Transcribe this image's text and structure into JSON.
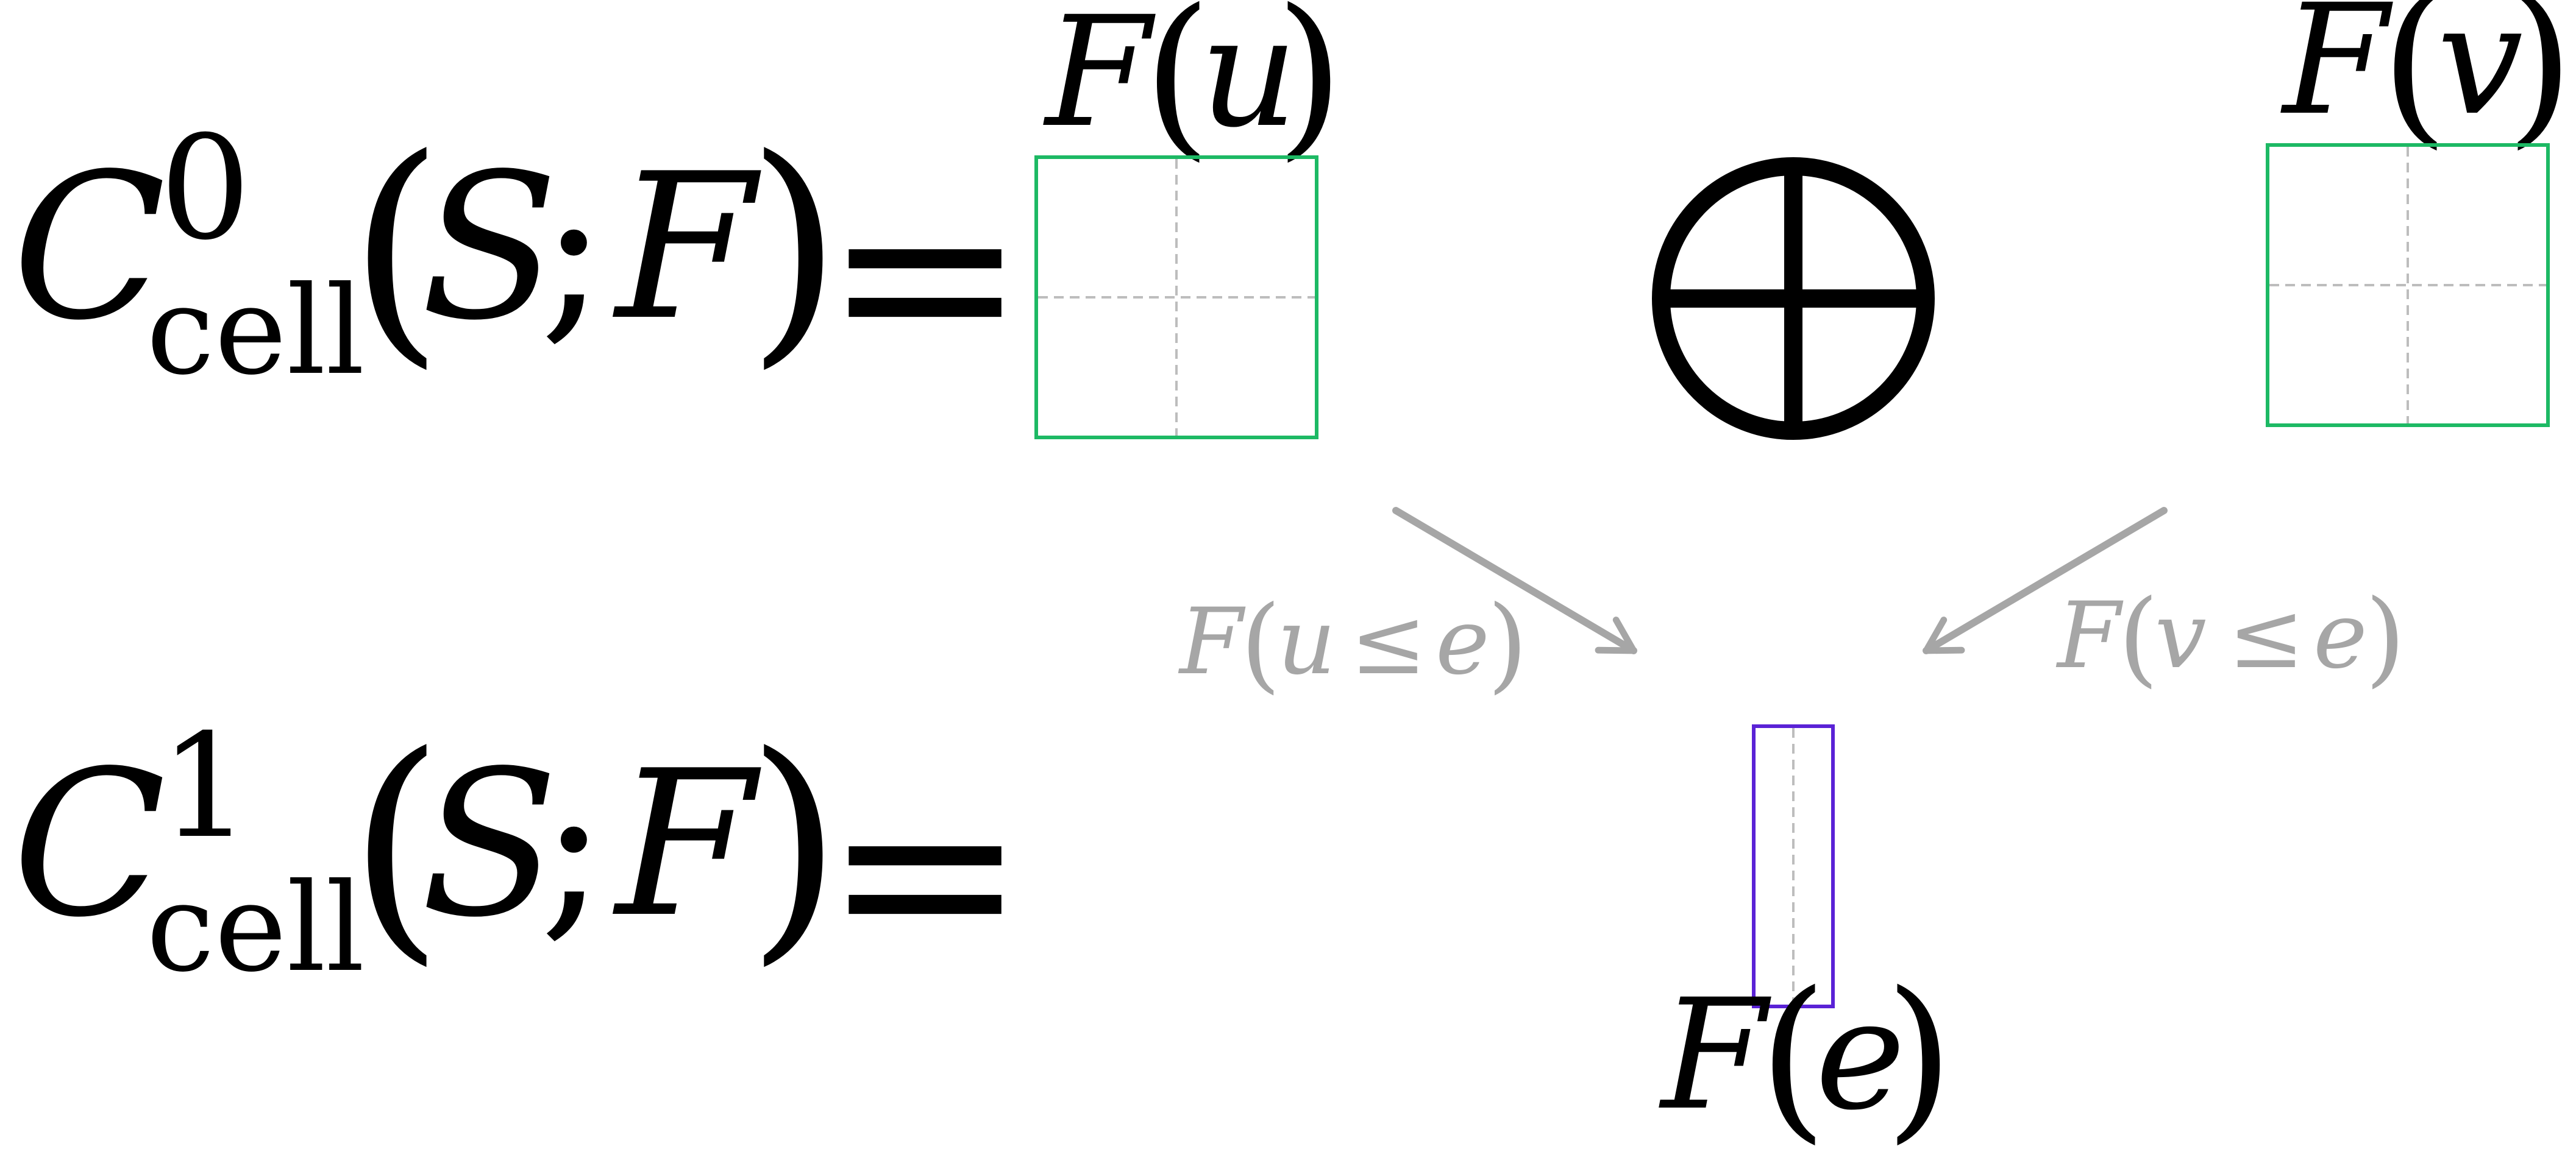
{
  "rows": [
    {
      "symbol": "C",
      "superscript": "0",
      "subscript": "cell",
      "paren_open": "(",
      "space": "S",
      "separator": ";",
      "sheaf": "F",
      "paren_close": ")",
      "equals": "="
    },
    {
      "symbol": "C",
      "superscript": "1",
      "subscript": "cell",
      "paren_open": "(",
      "space": "S",
      "separator": ";",
      "sheaf": "F",
      "paren_close": ")",
      "equals": "="
    }
  ],
  "stalks": {
    "u": {
      "F": "F",
      "open": "(",
      "var": "u",
      "close": ")"
    },
    "v": {
      "F": "F",
      "open": "(",
      "var": "v",
      "close": ")"
    },
    "e": {
      "F": "F",
      "open": "(",
      "var": "e",
      "close": ")"
    }
  },
  "direct_sum_symbol": "⊕",
  "restriction_maps": [
    {
      "F": "F",
      "open": "(",
      "a": "u",
      "le": "≤",
      "b": "e",
      "close": ")"
    },
    {
      "F": "F",
      "open": "(",
      "a": "v",
      "le": "≤",
      "b": "e",
      "close": ")"
    }
  ],
  "colors": {
    "vertex_stalk_border": "#1db964",
    "edge_stalk_border": "#5a22d6",
    "grid_dash": "#bdbdbd",
    "map_gray": "#a6a6a6",
    "text": "#000000"
  }
}
